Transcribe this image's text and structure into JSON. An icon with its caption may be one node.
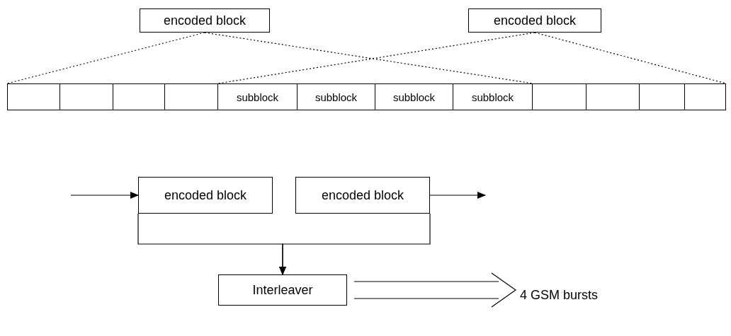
{
  "diagram": {
    "nodes": [
      {
        "text": [
          "encoded block"
        ]
      },
      {
        "text": [
          "encoded block"
        ]
      },
      {
        "text": [],
        "shape": "box"
      },
      {
        "text": [],
        "shape": "box"
      },
      {
        "text": [],
        "shape": "box"
      },
      {
        "text": [],
        "shape": "box"
      },
      {
        "text": [
          "subblock"
        ]
      },
      {
        "text": [
          "subblock"
        ]
      },
      {
        "text": [
          "subblock"
        ]
      },
      {
        "text": [
          "subblock"
        ]
      },
      {
        "text": [],
        "shape": "box"
      },
      {
        "text": [],
        "shape": "box"
      },
      {
        "text": [],
        "shape": "box"
      },
      {
        "text": [],
        "shape": "box"
      },
      {
        "text": [
          "encoded block"
        ]
      },
      {
        "text": [
          "encoded block"
        ]
      },
      {
        "text": [
          "Interleaver"
        ]
      },
      {
        "text": [
          "4 GSM bursts"
        ]
      }
    ],
    "edges": [
      {
        "from": 0,
        "to": 2,
        "arrow": "none",
        "style": "dashed"
      },
      {
        "from": 0,
        "to": 9,
        "arrow": "none",
        "style": "dashed"
      },
      {
        "from": 1,
        "to": 6,
        "arrow": "none",
        "style": "dashed"
      },
      {
        "from": 1,
        "to": 13,
        "arrow": "none",
        "style": "dashed"
      },
      {
        "from": null,
        "to": 14,
        "arrow": "to"
      },
      {
        "from": 15,
        "to": null,
        "arrow": "to"
      },
      {
        "from": 14,
        "to": 16,
        "arrow": "to"
      },
      {
        "from": 15,
        "to": 16,
        "arrow": "to"
      },
      {
        "from": 16,
        "to": 17,
        "arrow": "to"
      }
    ]
  }
}
